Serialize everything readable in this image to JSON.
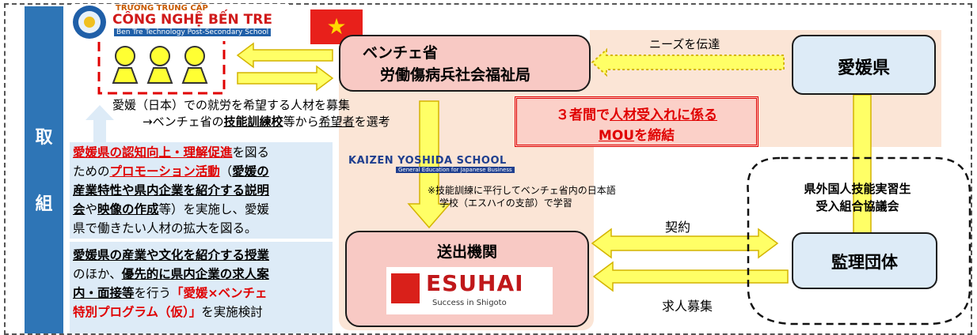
{
  "sidebar": {
    "char1": "取",
    "char2": "組"
  },
  "school": {
    "line1": "TRƯỜNG TRUNG CẤP",
    "line2": "CÔNG NGHỆ BẾN TRE",
    "line3": "Ben Tre Technology Post-Secondary School"
  },
  "flag": {
    "emblem": "★"
  },
  "ministry": {
    "line1": "ベンチェ省",
    "line2": "労働傷病兵社会福祉局"
  },
  "ehime_box": {
    "label": "愛媛県"
  },
  "needs_label": "ニーズを伝達",
  "recruit_text": {
    "line1": "愛媛（日本）での就労を希望する人材を募集",
    "line2_a": "→ベンチェ省の",
    "line2_b": "技能訓練校",
    "line2_c": "等から",
    "line2_d": "希望者",
    "line2_e": "を選考"
  },
  "mou": {
    "line1_a": "３者間で",
    "line1_b": "人材受入れに係る",
    "line2_a": "MOU",
    "line2_b": "を締結"
  },
  "kaizen": {
    "name": "KAIZEN YOSHIDA SCHOOL",
    "tagline": "General Education for Japanese Business"
  },
  "training_note": {
    "line1": "※技能訓練に平行してベンチェ省内の日本語",
    "line2": "学校（エスハイの支部）で学習"
  },
  "promo": {
    "l1_a": "愛媛県の認知向上・理解促進",
    "l1_b": "を図る",
    "l2_a": "ための",
    "l2_b": "プロモーション活動",
    "l2_c": "（",
    "l2_d": "愛媛の",
    "l3": "産業特性や県内企業を紹介する説明",
    "l4_a": "会",
    "l4_b": "や",
    "l4_c": "映像の作成",
    "l4_d": "等）を実施し、愛媛",
    "l5": "県で働きたい人材の拡大を図る。"
  },
  "lesson": {
    "l1": "愛媛県の産業や文化を紹介する授業",
    "l2_a": "のほか、",
    "l2_b": "優先的に県内企業の求人案",
    "l3_a": "内・面接等",
    "l3_b": "を行う",
    "l3_c": "「愛媛×ベンチェ",
    "l4_a": "特別プログラム（仮）」",
    "l4_b": "を実施検討"
  },
  "council": {
    "line1": "県外国人技能実習生",
    "line2": "受入組合協議会"
  },
  "contract_label": "契約",
  "recruit_label": "求人募集",
  "sending_org": {
    "title": "送出機関"
  },
  "esuhai": {
    "name": "ESUHAI",
    "tagline": "Success in Shigoto"
  },
  "supervising": {
    "label": "監理団体"
  },
  "colors": {
    "sidebar": "#2e75b6",
    "peach_panel": "#fbe5d6",
    "red_box": "#f8c9c4",
    "blue_box": "#ddebf7",
    "arrow_yellow": "#ffff66",
    "arrow_outline": "#d4b400",
    "text_red": "#e00000"
  }
}
